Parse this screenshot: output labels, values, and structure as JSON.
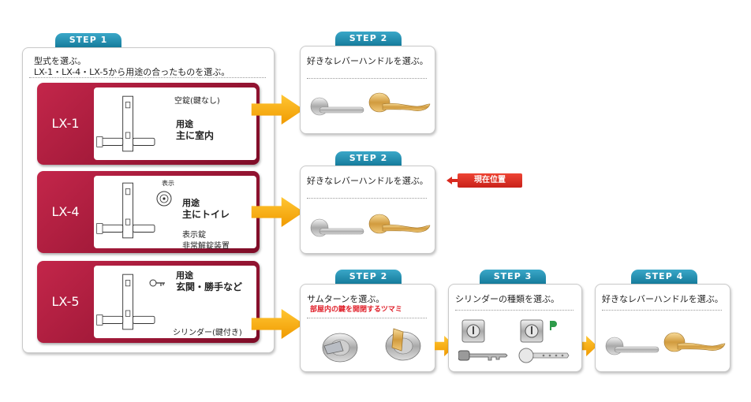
{
  "step1": {
    "tab": "STEP 1",
    "title_line1": "型式を選ぶ。",
    "title_line2": "LX-1・LX-4・LX-5から用途の合ったものを選ぶ。",
    "models": [
      {
        "label": "LX-1",
        "note": "空錠(鍵なし)",
        "use_label": "用途",
        "use_value": "主に室内"
      },
      {
        "label": "LX-4",
        "note": "表示",
        "use_label": "用途",
        "use_value": "主にトイレ",
        "extra1": "表示錠",
        "extra2": "非常解錠装置"
      },
      {
        "label": "LX-5",
        "use_label": "用途",
        "use_value": "玄関・勝手など",
        "extra1": "シリンダー(鍵付き)"
      }
    ]
  },
  "step2_a": {
    "tab": "STEP 2",
    "title": "好きなレバーハンドルを選ぶ。"
  },
  "step2_b": {
    "tab": "STEP 2",
    "title": "好きなレバーハンドルを選ぶ。"
  },
  "current_badge": "現在位置",
  "step2_c": {
    "tab": "STEP 2",
    "title": "サムターンを選ぶ。",
    "subtitle": "部屋内の鍵を開閉するツマミ"
  },
  "step3": {
    "tab": "STEP 3",
    "title": "シリンダーの種類を選ぶ。"
  },
  "step4": {
    "tab": "STEP 4",
    "title": "好きなレバーハンドルを選ぶ。"
  },
  "colors": {
    "accent_tab": "#1f8fb1",
    "model_red": "#a0173a",
    "arrow_orange": "#f5a400",
    "badge_red": "#d9291e",
    "subtitle_red": "#e0202a"
  }
}
